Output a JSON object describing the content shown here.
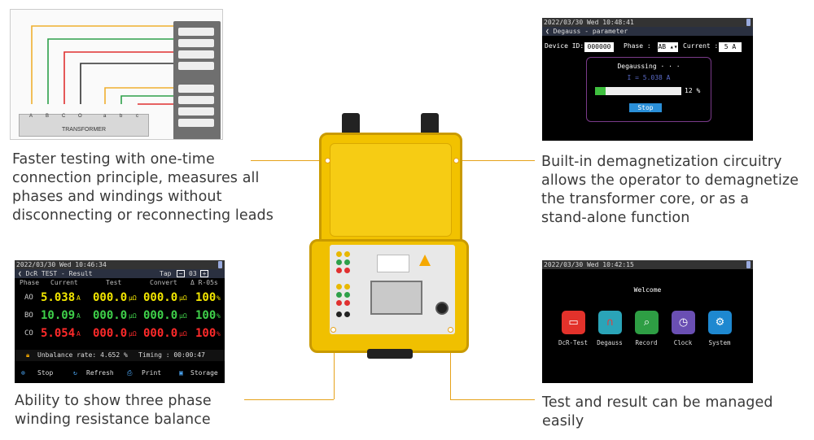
{
  "captions": {
    "top_left": [
      "Faster testing with one-time",
      "connection principle, measures all",
      "phases and windings without",
      "disconnecting or reconnecting leads"
    ],
    "top_right": [
      "Built-in demagnetization circuitry",
      "allows the operator to demagnetize",
      "the transformer core, or as a",
      "stand-alone function"
    ],
    "bottom_left": [
      "Ability to show three phase",
      "winding resistance balance"
    ],
    "bottom_right": [
      "Test and result can be managed",
      "easily"
    ]
  },
  "wiring": {
    "transformer_label": "TRANSFORMER",
    "terminals": [
      "A",
      "B",
      "C",
      "O",
      "a",
      "b",
      "c"
    ]
  },
  "degauss_screen": {
    "status": "2022/03/30 Wed 10:48:41",
    "title": "Degauss - parameter",
    "device_id_label": "Device ID:",
    "device_id": "000000",
    "phase_label": "Phase :",
    "phase": "AB",
    "current_label": "Current :",
    "current": "5 A",
    "progress_title": "Degaussing · · ·",
    "current_reading": "I = 5.038 A",
    "progress": 12,
    "progress_text": "12 %",
    "stop_label": "Stop"
  },
  "result_screen": {
    "status": "2022/03/30 Wed 10:46:34",
    "title": "DcR TEST - Result",
    "tap_label": "Tap",
    "tap_value": "03",
    "headers": [
      "Phase",
      "Current",
      "Test",
      "Convert",
      "Δ R-05s"
    ],
    "rows": [
      {
        "phase": "AO",
        "current": "5.038",
        "current_unit": "A",
        "test": "000.0",
        "test_unit": "μΩ",
        "convert": "000.0",
        "convert_unit": "μΩ",
        "pct": "100",
        "pct_unit": "%"
      },
      {
        "phase": "BO",
        "current": "10.09",
        "current_unit": "A",
        "test": "000.0",
        "test_unit": "μΩ",
        "convert": "000.0",
        "convert_unit": "μΩ",
        "pct": "100",
        "pct_unit": "%"
      },
      {
        "phase": "CO",
        "current": "5.054",
        "current_unit": "A",
        "test": "000.0",
        "test_unit": "μΩ",
        "convert": "000.0",
        "convert_unit": "μΩ",
        "pct": "100",
        "pct_unit": "%"
      }
    ],
    "unbalance": "Unbalance rate: 4.652 %",
    "timing": "Timing :  00:00:47",
    "buttons": {
      "stop": "Stop",
      "refresh": "Refresh",
      "print": "Print",
      "storage": "Storage"
    },
    "colors": {
      "a": "#f2e600",
      "b": "#3fd14a",
      "c": "#ff2a2a"
    }
  },
  "welcome_screen": {
    "status": "2022/03/30 Wed 10:42:15",
    "welcome": "Welcome",
    "apps": [
      {
        "label": "DcR-Test",
        "color": "#e3322b",
        "icon": "resistor-icon"
      },
      {
        "label": "Degauss",
        "color": "#2aa4b8",
        "icon": "magnet-icon"
      },
      {
        "label": "Record",
        "color": "#2e9e44",
        "icon": "search-icon"
      },
      {
        "label": "Clock",
        "color": "#6a4fb3",
        "icon": "clock-icon"
      },
      {
        "label": "System",
        "color": "#1e88d0",
        "icon": "gear-icon"
      }
    ]
  }
}
